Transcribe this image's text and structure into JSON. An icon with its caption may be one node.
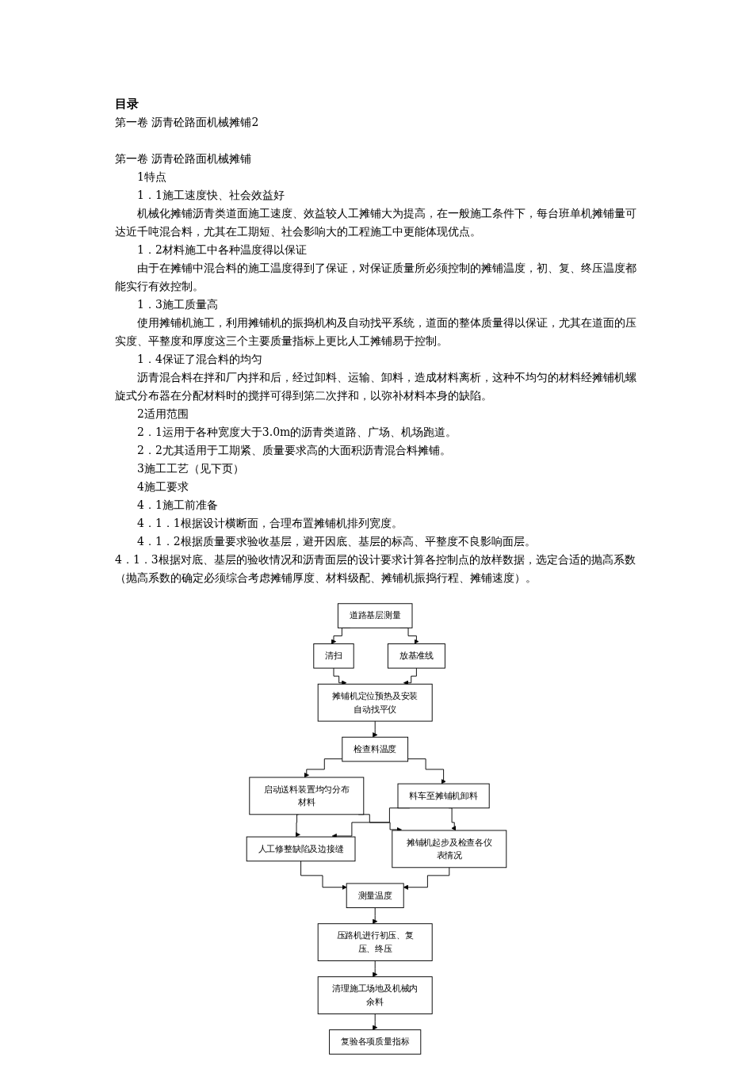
{
  "diagram": {
    "title": "目录",
    "nodes": [
      {
        "text": [
          "道路基层测量"
        ]
      },
      {
        "text": [
          "清扫"
        ]
      },
      {
        "text": [
          "放基准线"
        ]
      },
      {
        "text": [
          "摊铺机定位预热及安装自动找平仪"
        ]
      },
      {
        "text": [
          "检查料温度"
        ]
      },
      {
        "text": [
          "启动送料装置均匀分布材料"
        ]
      },
      {
        "text": [
          "料车至摊铺机卸料"
        ]
      },
      {
        "text": [
          "人工修整缺陷及边接缝"
        ]
      },
      {
        "text": [
          "摊铺机起步及检查各仪表情况"
        ]
      },
      {
        "text": [
          "测量温度"
        ]
      },
      {
        "text": [
          "压路机进行初压、复压、终压"
        ]
      },
      {
        "text": [
          "清理施工场地及机械内余料"
        ]
      },
      {
        "text": [
          "复验各项质量指标"
        ]
      }
    ],
    "edges": [
      {
        "from": 0,
        "to": 1,
        "arrow": "to"
      },
      {
        "from": 0,
        "to": 2,
        "arrow": "to"
      },
      {
        "from": 1,
        "to": 3,
        "arrow": "to"
      },
      {
        "from": 2,
        "to": 3,
        "arrow": "to"
      },
      {
        "from": 3,
        "to": 4,
        "arrow": "to"
      },
      {
        "from": 4,
        "to": 5,
        "arrow": "to"
      },
      {
        "from": 4,
        "to": 6,
        "arrow": "to"
      },
      {
        "from": 5,
        "to": 7,
        "arrow": "to"
      },
      {
        "from": 5,
        "to": 8,
        "arrow": "to"
      },
      {
        "from": 6,
        "to": 7,
        "arrow": "to"
      },
      {
        "from": 6,
        "to": 8,
        "arrow": "to"
      },
      {
        "from": 7,
        "to": 9,
        "arrow": "to"
      },
      {
        "from": 8,
        "to": 9,
        "arrow": "to"
      },
      {
        "from": 9,
        "to": 10,
        "arrow": "to"
      },
      {
        "from": 10,
        "to": 11,
        "arrow": "to"
      },
      {
        "from": 11,
        "to": 12,
        "arrow": "to"
      }
    ],
    "labels": [
      "第一卷 沥青砼路面机械摊铺2",
      "第一卷 沥青砼路面机械摊铺",
      "1特点",
      "1．1施工速度快、社会效益好",
      "机械化摊铺沥青类道面施工速度、效益较人工摊铺大为提高，在一般施工条件下，每台班单机摊铺量可达近千吨混合料，尤其在工期短、社会影响大的工程施工中更能体现优点。",
      "1．2材料施工中各种温度得以保证",
      "由于在摊铺中混合料的施工温度得到了保证，对保证质量所必须控制的摊铺温度，初、复、终压温度都能实行有效控制。",
      "1．3施工质量高",
      "使用摊铺机施工，利用摊铺机的振捣机构及自动找平系统，道面的整体质量得以保证，尤其在道面的压实度、平整度和厚度这三个主要质量指标上更比人工摊铺易于控制。",
      "1．4保证了混合料的均匀",
      "沥青混合料在拌和厂内拌和后，经过卸料、运输、卸料，造成材料离析，这种不均匀的材料经摊铺机螺旋式分布器在分配材料时的搅拌可得到第二次拌和，以弥补材料本身的缺陷。",
      "2适用范围",
      "2．1运用于各种宽度大于3.0m的沥青类道路、广场、机场跑道。",
      "2．2尤其适用于工期紧、质量要求高的大面积沥青混合料摊铺。",
      "3施工工艺（见下页）",
      "4施工要求",
      "4．1施工前准备",
      "4．1．1根据设计横断面，合理布置摊铺机排列宽度。",
      "4．1．2根据质量要求验收基层，避开因底、基层的标高、平整度不良影响面层。",
      "4．1．3根据对底、基层的验收情况和沥青面层的设计要求计算各控制点的放样数据，选定合适的抛高系数（抛高系数的确定必须综合考虑摊铺厚度、材料级配、摊铺机振捣行程、摊铺速度）。"
    ]
  }
}
